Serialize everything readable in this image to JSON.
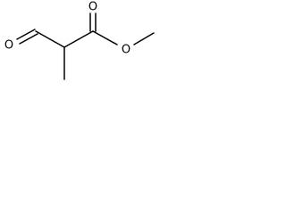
{
  "molecule": {
    "atoms": {
      "aldehyde_oxygen": "O",
      "carbonyl_oxygen": "O",
      "ester_oxygen": "O"
    }
  },
  "colors": {
    "bond": "#000000",
    "label": "#000000",
    "background": "#ffffff"
  }
}
